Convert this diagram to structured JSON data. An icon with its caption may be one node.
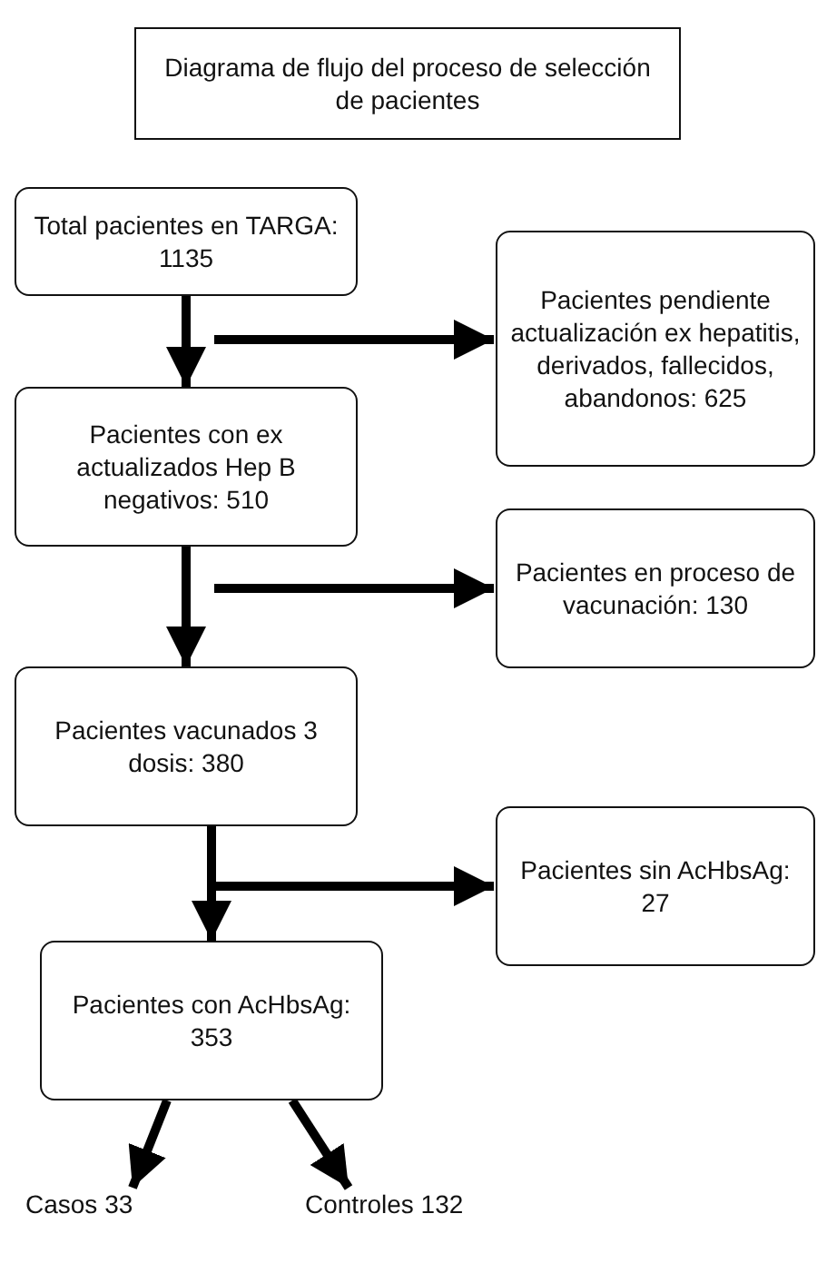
{
  "diagram": {
    "nodes": [
      {
        "text": [
          "Diagrama de flujo del proceso de selección de pacientes"
        ]
      },
      {
        "text": [
          "Total pacientes en TARGA: 1135"
        ]
      },
      {
        "text": [
          "Pacientes pendiente actualización ex hepatitis, derivados, fallecidos, abandonos: 625"
        ]
      },
      {
        "text": [
          "Pacientes con ex actualizados Hep B negativos: 510"
        ]
      },
      {
        "text": [
          "Pacientes en proceso de vacunación: 130"
        ]
      },
      {
        "text": [
          "Pacientes vacunados 3 dosis: 380"
        ]
      },
      {
        "text": [
          "Pacientes sin AcHbsAg: 27"
        ]
      },
      {
        "text": [
          "Pacientes con AcHbsAg: 353"
        ]
      },
      {
        "text": [
          "Casos 33"
        ]
      },
      {
        "text": [
          "Controles 132"
        ]
      }
    ],
    "edges": [
      {
        "from": 1,
        "to": 3,
        "arrow": "to"
      },
      {
        "from": null,
        "to": 2,
        "arrow": "to"
      },
      {
        "from": 3,
        "to": 5,
        "arrow": "to"
      },
      {
        "from": null,
        "to": 4,
        "arrow": "to"
      },
      {
        "from": 5,
        "to": 7,
        "arrow": "to"
      },
      {
        "from": null,
        "to": 6,
        "arrow": "to"
      },
      {
        "from": 7,
        "to": 8,
        "arrow": "to"
      },
      {
        "from": 7,
        "to": 9,
        "arrow": "to"
      }
    ]
  }
}
